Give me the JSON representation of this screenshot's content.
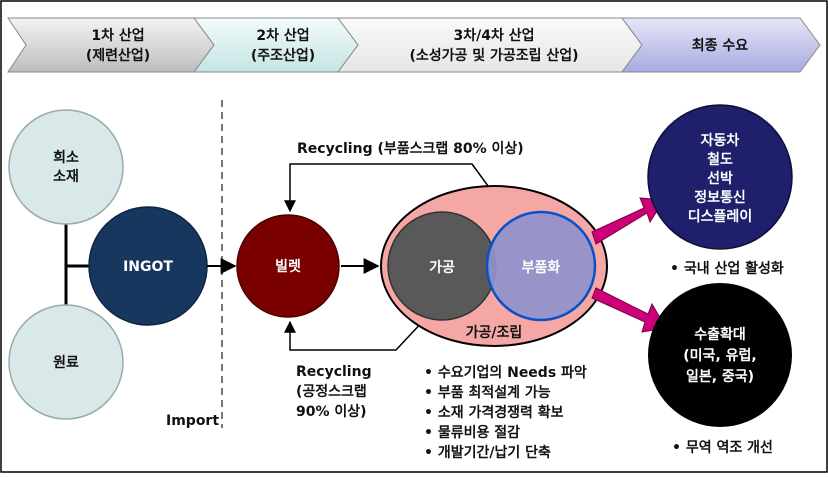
{
  "header": {
    "stage1": {
      "line1": "1차 산업",
      "line2": "(제련산업)"
    },
    "stage2": {
      "line1": "2차 산업",
      "line2": "(주조산업)"
    },
    "stage3": {
      "line1": "3차/4차 산업",
      "line2": "(소성가공 및 가공조립 산업)"
    },
    "stage4": {
      "line1": "최종 수요"
    }
  },
  "nodes": {
    "rare_material": [
      "희소",
      "소재"
    ],
    "raw_material": "원료",
    "ingot": "INGOT",
    "billet": "빌렛",
    "processing": "가공",
    "componentization": "부품화",
    "processing_assembly": "가공/조립",
    "domestic_demand": [
      "자동차",
      "철도",
      "선박",
      "정보통신",
      "디스플레이"
    ],
    "export": [
      "수출확대",
      "(미국, 유럽,",
      "일본, 중국)"
    ]
  },
  "recycling_top": "Recycling (부품스크랩 80% 이상)",
  "recycling_bottom": [
    "Recycling",
    "(공정스크랩",
    "90% 이상)"
  ],
  "import_label": "Import",
  "domestic_note": "• 국내 산업 활성화",
  "export_note": "• 무역 역조 개선",
  "benefits": [
    "• 수요기업의 Needs 파악",
    "• 부품 최적설계 가능",
    "• 소재 가격경쟁력 확보",
    "• 물류비용 절감",
    "• 개발기간/납기 단축"
  ],
  "colors": {
    "light_circle": "#d9e8e8",
    "ingot": "#17375e",
    "billet": "#7a0000",
    "processing": "#595959",
    "componentization": "#8f92cc",
    "assembly_bg": "#f4a7a4",
    "domestic_demand": "#1f1f6b",
    "export": "#000000",
    "arrow_magenta": "#cc0077"
  }
}
